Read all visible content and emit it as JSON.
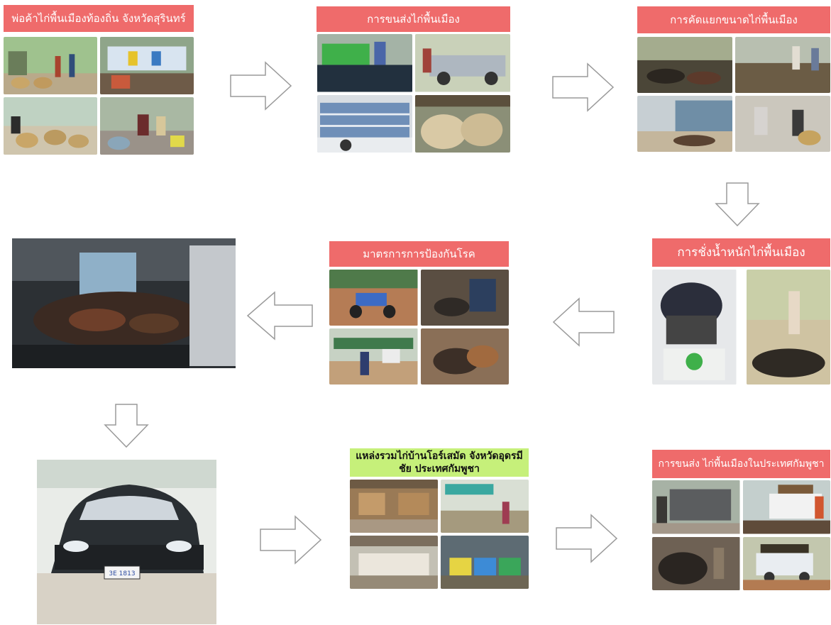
{
  "steps": [
    {
      "id": "local-traders",
      "title": "พ่อค้าไก่พื้นเมืองท้องถิ่น จังหวัดสุรินทร์"
    },
    {
      "id": "transport",
      "title": "การขนส่งไก่พื้นเมือง"
    },
    {
      "id": "sorting",
      "title": "การคัดแยกขนาดไก่พื้นเมือง"
    },
    {
      "id": "weighing",
      "title": "การชั่งน้ำหนักไก่พื้นเมือง"
    },
    {
      "id": "disease-prevention",
      "title": "มาตรการการป้องกันโรค"
    },
    {
      "id": "car-loading",
      "title": ""
    },
    {
      "id": "car",
      "title": ""
    },
    {
      "id": "collection-point",
      "title": "แหล่งรวมไก่บ้านโอร์เสมัด จังหวัดอุดรมีชัย ประเทศกัมพูชา"
    },
    {
      "id": "cambodia-transport",
      "title": "การขนส่ง ไก่พื้นเมืองในประเทศกัมพูชา"
    }
  ],
  "colors": {
    "title_bg": "#ef6b6b",
    "title_bg_green": "#c6f07a",
    "arrow_stroke": "#9a9a9a"
  },
  "car_plate": "3E 1813"
}
